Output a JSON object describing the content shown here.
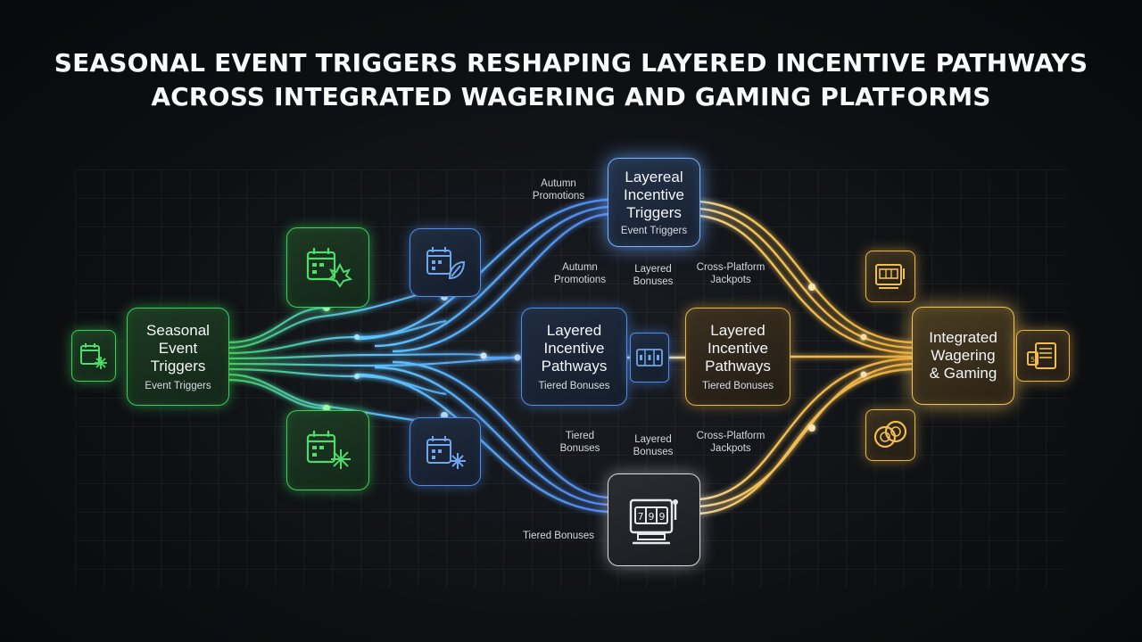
{
  "title": {
    "line1": "SEASONAL EVENT TRIGGERS RESHAPING LAYERED INCENTIVE PATHWAYS",
    "line2": "ACROSS INTEGRATED WAGERING AND GAMING PLATFORMS"
  },
  "nodes": {
    "seasonal": {
      "title": "Seasonal Event Triggers",
      "line1": "Seasonal",
      "line2": "Event",
      "line3": "Triggers",
      "subtitle": "Event Triggers"
    },
    "top": {
      "line1": "Layereal",
      "line2": "Incentive",
      "line3": "Triggers",
      "subtitle": "Event Triggers"
    },
    "mid_blue": {
      "line1": "Layered",
      "line2": "Incentive",
      "line3": "Pathways",
      "subtitle": "Tiered Bonuses"
    },
    "mid_amber": {
      "line1": "Layered",
      "line2": "Incentive",
      "line3": "Pathways",
      "subtitle": "Tiered Bonuses"
    },
    "integrated": {
      "line1": "Integrated",
      "line2": "Wagering",
      "line3": "& Gaming"
    }
  },
  "labels": {
    "autumn_top_1": "Autumn",
    "autumn_top_2": "Promotions",
    "autumn_mid_1": "Autumn",
    "autumn_mid_2": "Promotions",
    "layered_top_1": "Layered",
    "layered_top_2": "Bonuses",
    "cross_top_1": "Cross-Platform",
    "cross_top_2": "Jackpots",
    "tiered_mid_1": "Tiered",
    "tiered_mid_2": "Bonuses",
    "layered_bot_1": "Layered",
    "layered_bot_2": "Bonuses",
    "cross_bot_1": "Cross-Platform",
    "cross_bot_2": "Jackpots",
    "tiered_bottom": "Tiered Bonuses"
  },
  "icons": {
    "left_small": "calendar-snowflake-icon",
    "green_top": "calendar-leaf-icon",
    "green_bottom": "calendar-snowflake-icon",
    "blue_top": "calendar-leaf-icon",
    "blue_bottom": "calendar-snowflake-icon",
    "center_small": "slot-reels-icon",
    "bottom_machine": "slot-machine-icon",
    "right_top": "slot-machine-icon",
    "right_bottom": "casino-chips-icon",
    "right_side": "slot-cabinet-icon"
  },
  "colors": {
    "green": "#3ecf5a",
    "blue": "#4f8ee8",
    "amber": "#e8b54a",
    "white": "#d9dde2"
  }
}
